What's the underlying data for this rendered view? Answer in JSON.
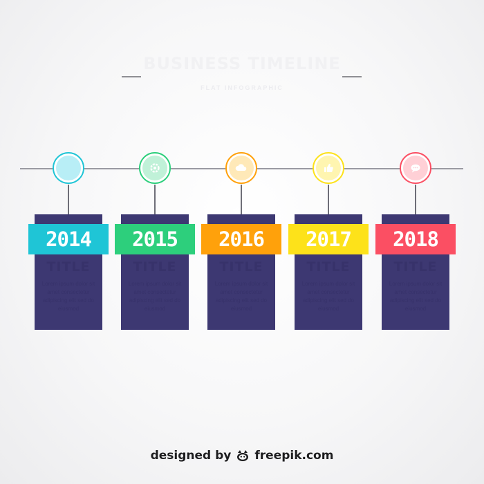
{
  "header": {
    "title": "BUSINESS TIMELINE",
    "subtitle": "FLAT INFOGRAPHIC"
  },
  "colors": {
    "card": "#3d3872",
    "line": "#9a9aa2"
  },
  "milestones": [
    {
      "year": "2014",
      "color": "#1fc5d6",
      "circle_color": "#b8eef6",
      "icon": "",
      "card_title": "TITLE",
      "card_text": "Lorem ipsum dolor sit amet consectetur adipiscing elit sed do eiusmod"
    },
    {
      "year": "2015",
      "color": "#2dcf7c",
      "circle_color": "#c0f1d8",
      "icon": "gear-icon",
      "card_title": "TITLE",
      "card_text": "Lorem ipsum dolor sit amet consectetur adipiscing elit sed do eiusmod"
    },
    {
      "year": "2016",
      "color": "#ffa10b",
      "circle_color": "#ffe9b8",
      "icon": "cloud-icon",
      "card_title": "TITLE",
      "card_text": "Lorem ipsum dolor sit amet consectetur adipiscing elit sed do eiusmod"
    },
    {
      "year": "2017",
      "color": "#fde21a",
      "circle_color": "#fff5b0",
      "icon": "thumbs-up-icon",
      "card_title": "TITLE",
      "card_text": "Lorem ipsum dolor sit amet consectetur adipiscing elit sed do eiusmod"
    },
    {
      "year": "2018",
      "color": "#fb4f63",
      "circle_color": "#ffd0d6",
      "icon": "chat-bubble-icon",
      "card_title": "TITLE",
      "card_text": "Lorem ipsum dolor sit amet consectetur adipiscing elit sed do eiusmod"
    }
  ],
  "footer": {
    "designed_by": "designed by",
    "brand": "freepik.com",
    "icon": "freepik-logo-icon"
  }
}
